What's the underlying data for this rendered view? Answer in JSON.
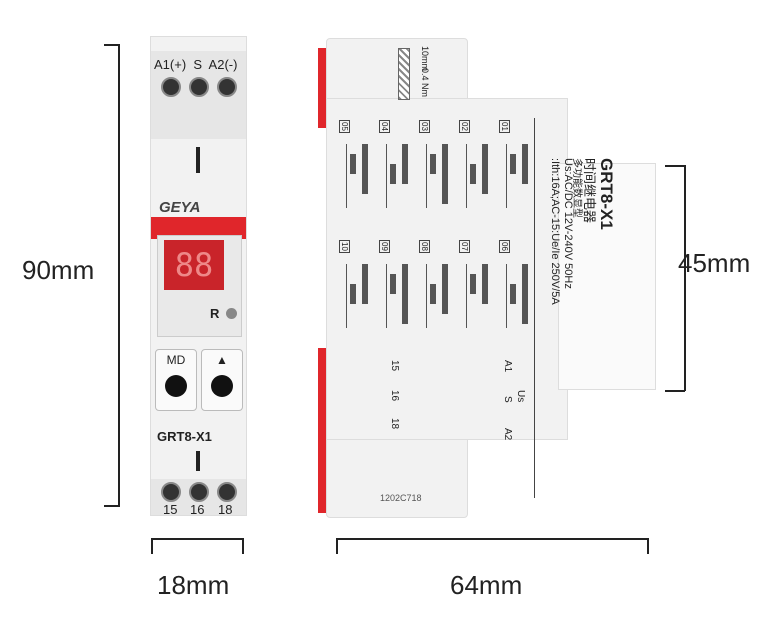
{
  "dimensions": {
    "height": "90mm",
    "width_front": "18mm",
    "depth": "64mm",
    "side_height": "45mm"
  },
  "front": {
    "top_terminals": "A1(+)  S  A2(-)",
    "logo": "GEYA",
    "display": "88",
    "reset_label": "R",
    "btn_md": "MD",
    "btn_up": "▲",
    "model": "GRT8-X1",
    "bottom_terminals": [
      "15",
      "16",
      "18"
    ]
  },
  "side": {
    "model": "GRT8-X1",
    "name_cn": "时间继电器",
    "type_cn": "多功能数显型",
    "supply": "Us:AC/DC 12V-240V 50Hz",
    "rating": ":Ith:16A;AC-15:Ue/Ie 250V/5A",
    "wire_len": "10mm",
    "torque": "0.4 Nm",
    "serial": "1202C718",
    "modes": [
      "01",
      "02",
      "03",
      "04",
      "05",
      "06",
      "07",
      "08",
      "09",
      "10"
    ],
    "wiring": {
      "a1": "A1",
      "s": "S",
      "a2": "A2",
      "us": "Us",
      "t15": "15",
      "t16": "16",
      "t18": "18"
    }
  },
  "colors": {
    "accent": "#e0262b",
    "body": "#f2f2f2"
  }
}
